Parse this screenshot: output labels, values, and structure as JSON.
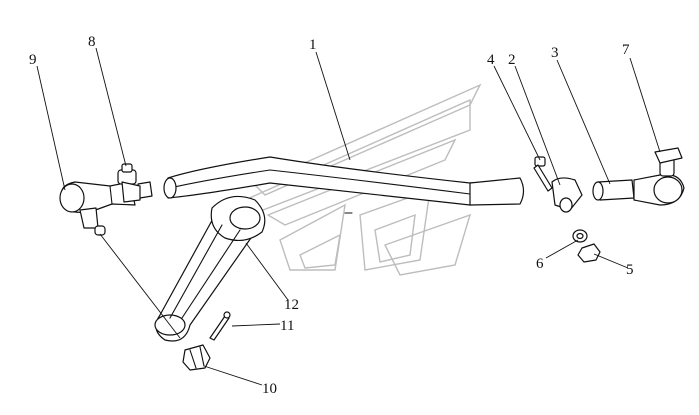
{
  "callouts": {
    "c1": "1",
    "c2": "2",
    "c3": "3",
    "c4": "4",
    "c5": "5",
    "c6": "6",
    "c7": "7",
    "c8": "8",
    "c9": "9",
    "c10": "10",
    "c11": "11",
    "c12": "12"
  },
  "colors": {
    "line": "#111111",
    "watermark": "#bdbdbd",
    "background": "#ffffff"
  }
}
